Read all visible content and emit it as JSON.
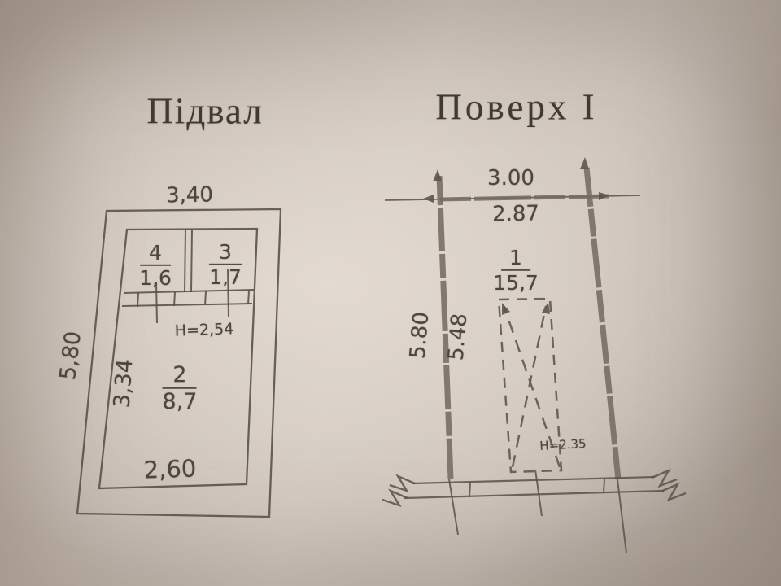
{
  "left_plan": {
    "title": "Підвал",
    "dim_top": "3,40",
    "dim_left": "5,80",
    "dim_inner_left": "3,34",
    "dim_bottom": "2,60",
    "ceiling_height": "H=2,54",
    "rooms": [
      {
        "number": "4",
        "area": "1,6"
      },
      {
        "number": "3",
        "area": "1,7"
      },
      {
        "number": "2",
        "area": "8,7"
      }
    ]
  },
  "right_plan": {
    "title": "Поверх I",
    "dim_top_outer": "3.00",
    "dim_top_inner": "2.87",
    "dim_left_outer": "5.80",
    "dim_left_inner": "5.48",
    "ceiling_height": "H=2.35",
    "room": {
      "number": "1",
      "area": "15,7"
    }
  }
}
